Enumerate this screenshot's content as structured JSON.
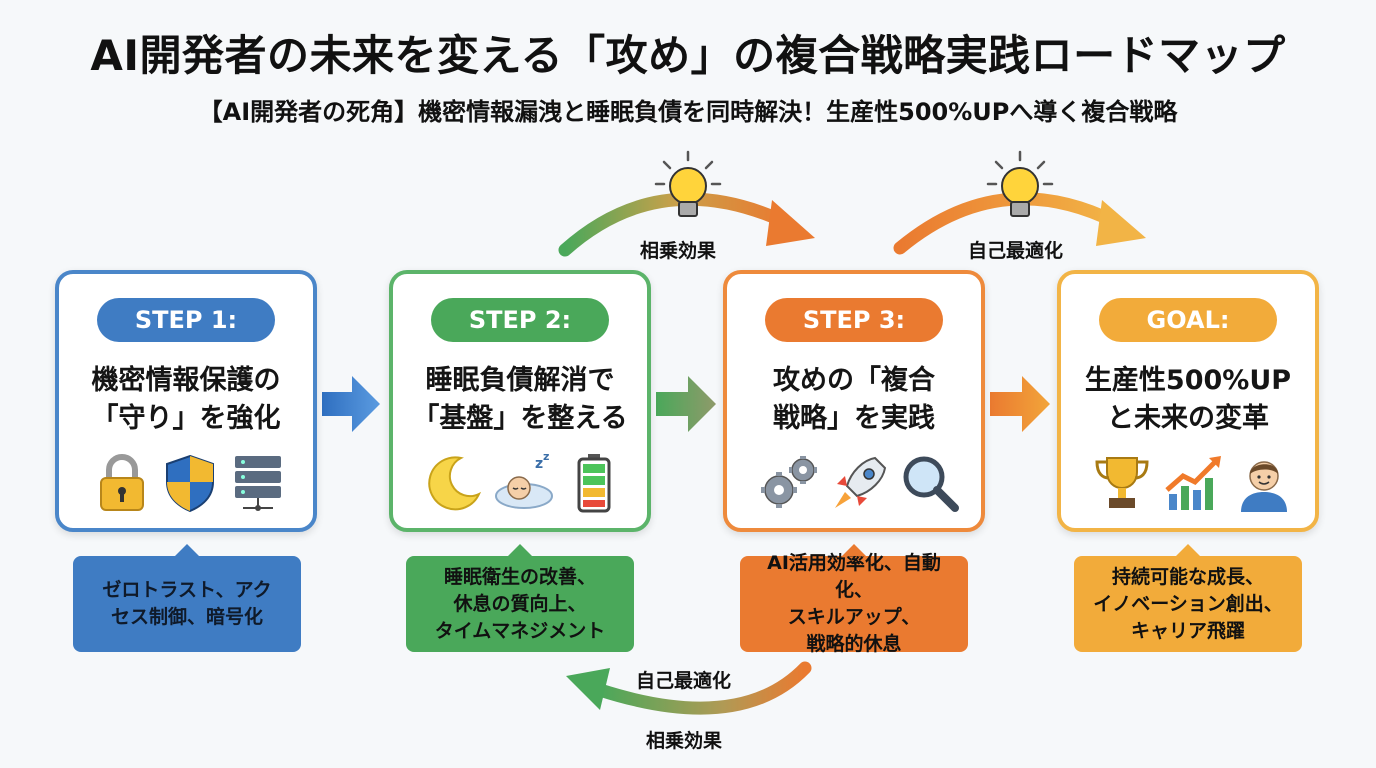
{
  "title": "AI開発者の未来を変える「攻め」の複合戦略実践ロードマップ",
  "subtitle": "【AI開発者の死角】機密情報漏洩と睡眠負債を同時解決！生産性500%UPへ導く複合戦略",
  "steps": [
    {
      "badge": "STEP 1:",
      "title": "機密情報保護の\n「守り」を強化",
      "icons": [
        "lock-icon",
        "shield-icon",
        "server-icon"
      ],
      "note": "ゼロトラスト、アク\nセス制御、暗号化",
      "color": "#3f7cc3"
    },
    {
      "badge": "STEP 2:",
      "title": "睡眠負債解消で\n「基盤」を整える",
      "icons": [
        "moon-icon",
        "sleeping-face-icon",
        "battery-icon"
      ],
      "note": "睡眠衛生の改善、\n休息の質向上、\nタイムマネジメント",
      "color": "#4aa85a"
    },
    {
      "badge": "STEP 3:",
      "title": "攻めの「複合\n戦略」を実践",
      "icons": [
        "gears-icon",
        "rocket-icon",
        "magnifier-icon"
      ],
      "note": "AI活用効率化、自動化、\nスキルアップ、\n戦略的休息",
      "color": "#ea7a30"
    },
    {
      "badge": "GOAL:",
      "title": "生産性500%UP\nと未来の変革",
      "icons": [
        "trophy-icon",
        "growth-chart-icon",
        "person-icon"
      ],
      "note": "持続可能な成長、\nイノベーション創出、\nキャリア飛躍",
      "color": "#f2ab3a"
    }
  ],
  "flow_labels": {
    "top_1": "相乗効果",
    "top_2": "自己最適化",
    "bottom_1": "自己最適化",
    "bottom_2": "相乗効果"
  }
}
